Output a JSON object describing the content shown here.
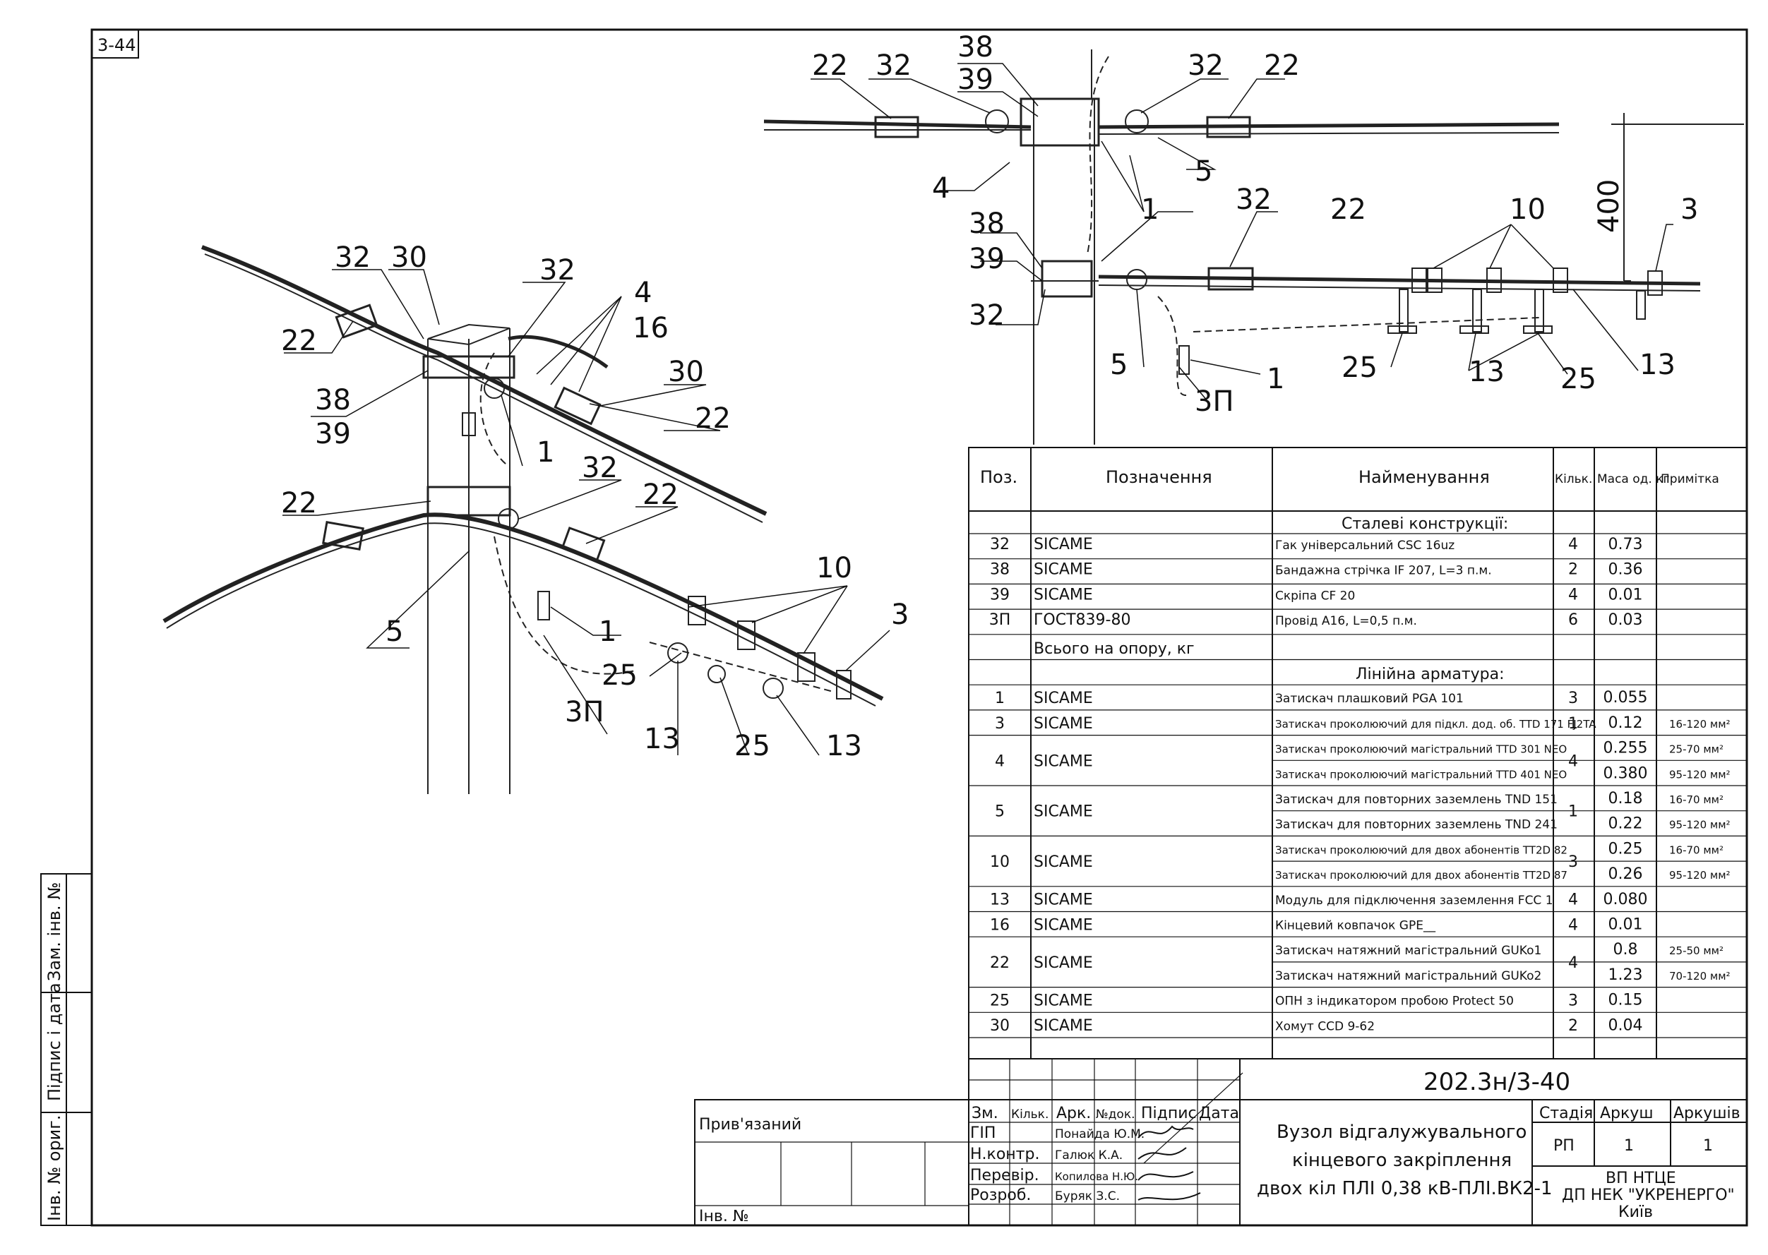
{
  "sheet_code": "3-44",
  "side_stamp": [
    "Інв. № ориг.",
    "Підпис і дата",
    "Зам. інв. №"
  ],
  "callouts_iso": [
    "32",
    "30",
    "32",
    "22",
    "4",
    "16",
    "30",
    "38",
    "39",
    "22",
    "1",
    "32",
    "22",
    "22",
    "10",
    "5",
    "1",
    "3",
    "25",
    "3П",
    "13",
    "25",
    "13"
  ],
  "callouts_front": [
    "22",
    "32",
    "38",
    "39",
    "32",
    "22",
    "4",
    "5",
    "1",
    "32",
    "22",
    "10",
    "3",
    "38",
    "39",
    "32",
    "5",
    "1",
    "3П",
    "25",
    "13",
    "25",
    "13"
  ],
  "dimension": "400",
  "table": {
    "headers": {
      "pos": "Поз.",
      "designation": "Позначення",
      "name": "Найменування",
      "qty": "Кільк.",
      "mass": "Маса од. кг",
      "note": "Примітка"
    },
    "section_steel": "Сталеві конструкції:",
    "section_line": "Лінійна арматура:",
    "total_label": "Всього на опору, кг",
    "rows_steel": [
      {
        "pos": "32",
        "des": "SICAME",
        "name": "Гак універсальний CSC 16uz",
        "qty": "4",
        "mass": "0.73",
        "note": ""
      },
      {
        "pos": "38",
        "des": "SICAME",
        "name": "Бандажна стрічка IF 207, L=3 п.м.",
        "qty": "2",
        "mass": "0.36",
        "note": ""
      },
      {
        "pos": "39",
        "des": "SICAME",
        "name": "Скріпа CF 20",
        "qty": "4",
        "mass": "0.01",
        "note": ""
      },
      {
        "pos": "3П",
        "des": "ГОСТ839-80",
        "name": "Провід А16, L=0,5 п.м.",
        "qty": "6",
        "mass": "0.03",
        "note": ""
      }
    ],
    "rows_line": [
      {
        "pos": "1",
        "des": "SICAME",
        "names": [
          "Затискач плашковий PGA 101"
        ],
        "qty": "3",
        "masses": [
          "0.055"
        ],
        "notes": [
          ""
        ]
      },
      {
        "pos": "3",
        "des": "SICAME",
        "names": [
          "Затискач проколюючий для підкл. дод. об. TTD 171 FJ2TA"
        ],
        "qty": "1",
        "masses": [
          "0.12"
        ],
        "notes": [
          "16-120 мм²"
        ]
      },
      {
        "pos": "4",
        "des": "SICAME",
        "names": [
          "Затискач проколюючий магістральний TTD 301 NEO",
          "Затискач проколюючий магістральний TTD 401 NEO"
        ],
        "qty": "4",
        "masses": [
          "0.255",
          "0.380"
        ],
        "notes": [
          "25-70 мм²",
          "95-120 мм²"
        ]
      },
      {
        "pos": "5",
        "des": "SICAME",
        "names": [
          "Затискач для повторних заземлень TND 151",
          "Затискач для повторних заземлень TND 241"
        ],
        "qty": "1",
        "masses": [
          "0.18",
          "0.22"
        ],
        "notes": [
          "16-70 мм²",
          "95-120 мм²"
        ]
      },
      {
        "pos": "10",
        "des": "SICAME",
        "names": [
          "Затискач проколюючий для двох абонентів TT2D 82",
          "Затискач проколюючий для двох абонентів TT2D 87"
        ],
        "qty": "3",
        "masses": [
          "0.25",
          "0.26"
        ],
        "notes": [
          "16-70 мм²",
          "95-120 мм²"
        ]
      },
      {
        "pos": "13",
        "des": "SICAME",
        "names": [
          "Модуль для підключення заземлення FCC 1"
        ],
        "qty": "4",
        "masses": [
          "0.080"
        ],
        "notes": [
          ""
        ]
      },
      {
        "pos": "16",
        "des": "SICAME",
        "names": [
          "Кінцевий ковпачок GPE__"
        ],
        "qty": "4",
        "masses": [
          "0.01"
        ],
        "notes": [
          ""
        ]
      },
      {
        "pos": "22",
        "des": "SICAME",
        "names": [
          "Затискач натяжний магістральний GUKo1",
          "Затискач натяжний магістральний GUKo2"
        ],
        "qty": "4",
        "masses": [
          "0.8",
          "1.23"
        ],
        "notes": [
          "25-50 мм²",
          "70-120 мм²"
        ]
      },
      {
        "pos": "25",
        "des": "SICAME",
        "names": [
          "ОПН з індикатором пробою Protect 50"
        ],
        "qty": "3",
        "masses": [
          "0.15"
        ],
        "notes": [
          ""
        ]
      },
      {
        "pos": "30",
        "des": "SICAME",
        "names": [
          "Хомут CCD 9-62"
        ],
        "qty": "2",
        "masses": [
          "0.04"
        ],
        "notes": [
          ""
        ]
      }
    ]
  },
  "title_block": {
    "doc_code": "202.3н/3-40",
    "attached": "Прив'язаний",
    "inv_no": "Інв. №",
    "rev_headers": [
      "Зм.",
      "Кільк.",
      "Арк.",
      "№док.",
      "Підпис",
      "Дата"
    ],
    "roles": [
      {
        "role": "ГІП",
        "name": "Понайда Ю.М."
      },
      {
        "role": "Н.контр.",
        "name": "Галюк К.А."
      },
      {
        "role": "Перевір.",
        "name": "Копилова Н.Ю."
      },
      {
        "role": "Розроб.",
        "name": "Буряк З.С."
      }
    ],
    "title_lines": [
      "Вузол відгалужувального",
      "кінцевого закріплення",
      "двох кіл ПЛІ 0,38 кВ-ПЛІ.ВК2-1"
    ],
    "stage_header": "Стадія",
    "sheet_header": "Аркуш",
    "sheets_header": "Аркушів",
    "stage": "РП",
    "sheet": "1",
    "sheets": "1",
    "org_lines": [
      "ВП НТЦЕ",
      "ДП НЕК \"УКРЕНЕРГО\"",
      "Київ"
    ]
  }
}
